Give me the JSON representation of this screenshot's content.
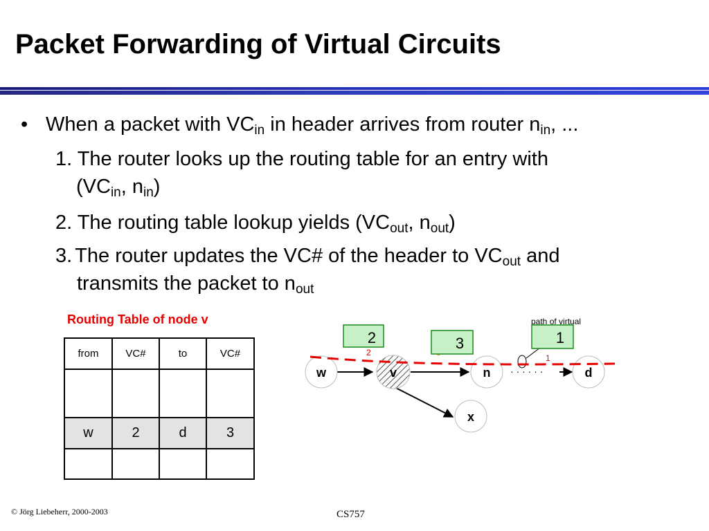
{
  "slide": {
    "title": "Packet Forwarding of Virtual Circuits"
  },
  "bullet": {
    "symbol": "•",
    "part1": "When a packet with VC",
    "sub1": "in",
    "part2": " in header arrives from router n",
    "sub2": "in",
    "part3": ", ..."
  },
  "steps": [
    {
      "line1": "1. The router looks up the routing table for an entry with",
      "line2_a": "(VC",
      "line2_sub1": "in",
      "line2_b": ", n",
      "line2_sub2": "in",
      "line2_c": ")"
    },
    {
      "a": "2. The routing table lookup yields (VC",
      "sub1": "out",
      "b": ", n",
      "sub2": "out",
      "c": ")"
    },
    {
      "num": "3.",
      "a": "The router updates the VC# of the header to VC",
      "sub1": "out",
      "b": " and",
      "line2_a": "transmits the packet to n",
      "line2_sub": "out"
    }
  ],
  "routing_table": {
    "title": "Routing Table of node v",
    "headers": [
      "from",
      "VC#",
      "to",
      "VC#"
    ],
    "filled_row": [
      "w",
      "2",
      "d",
      "3"
    ]
  },
  "network": {
    "nodes": [
      "w",
      "v",
      "n",
      "d",
      "x"
    ],
    "vc_boxes": [
      "2",
      "3",
      "1"
    ],
    "small_labels": [
      "2",
      "3",
      "1"
    ],
    "path_label": "path of virtual",
    "dots": "· · · · · ·",
    "colors": {
      "vc_box_fill": "#c6f0c6",
      "vc_box_border": "#1a8a1a",
      "dashed_path": "#e60000",
      "rule_navy": "#1a1a7a",
      "rule_blue": "#2a3ad8",
      "title_red": "#e60000"
    }
  },
  "footer": {
    "copyright": "© Jörg Liebeherr, 2000-2003",
    "course": "CS757"
  }
}
